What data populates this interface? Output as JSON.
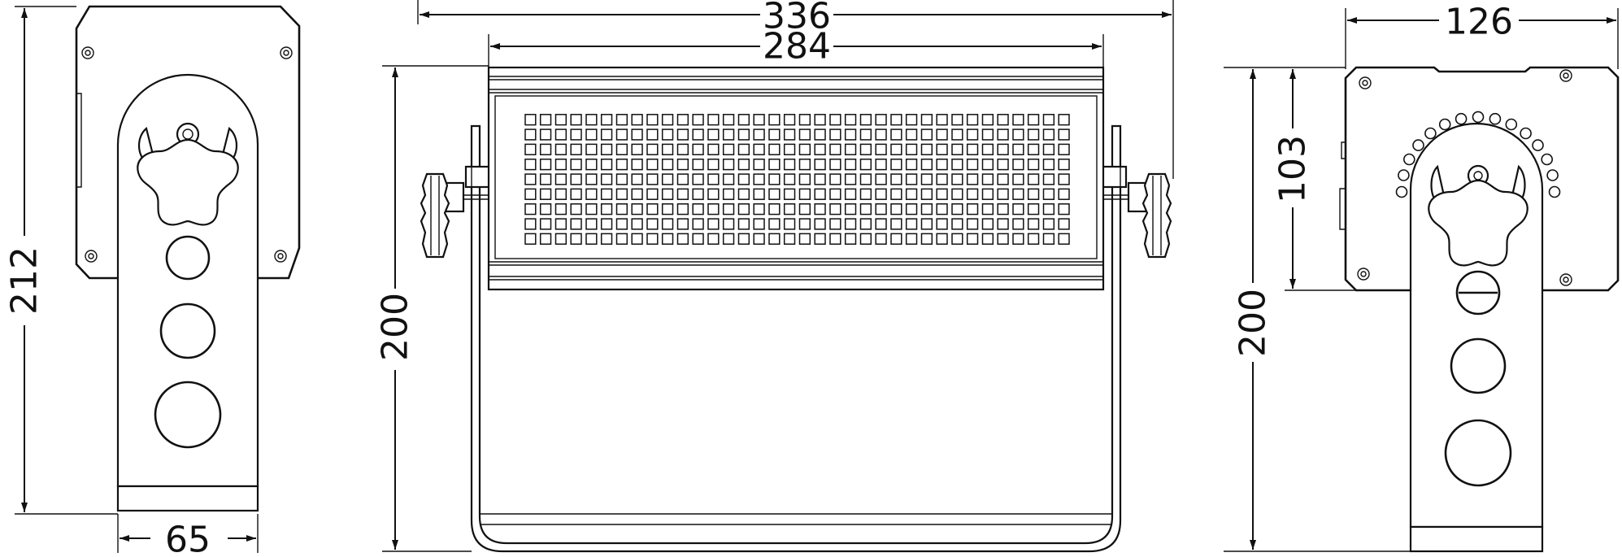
{
  "drawing": {
    "views": [
      "side-view",
      "front-view",
      "rear-view"
    ],
    "dimensions": {
      "side_height": "212",
      "side_width": "65",
      "front_total_width": "336",
      "front_panel_width": "284",
      "front_height": "200",
      "rear_depth": "126",
      "rear_upper_height": "103",
      "rear_height": "200"
    },
    "led_grid": {
      "columns": 36,
      "rows": 9
    },
    "line_color": "#111111",
    "background": "#ffffff"
  }
}
